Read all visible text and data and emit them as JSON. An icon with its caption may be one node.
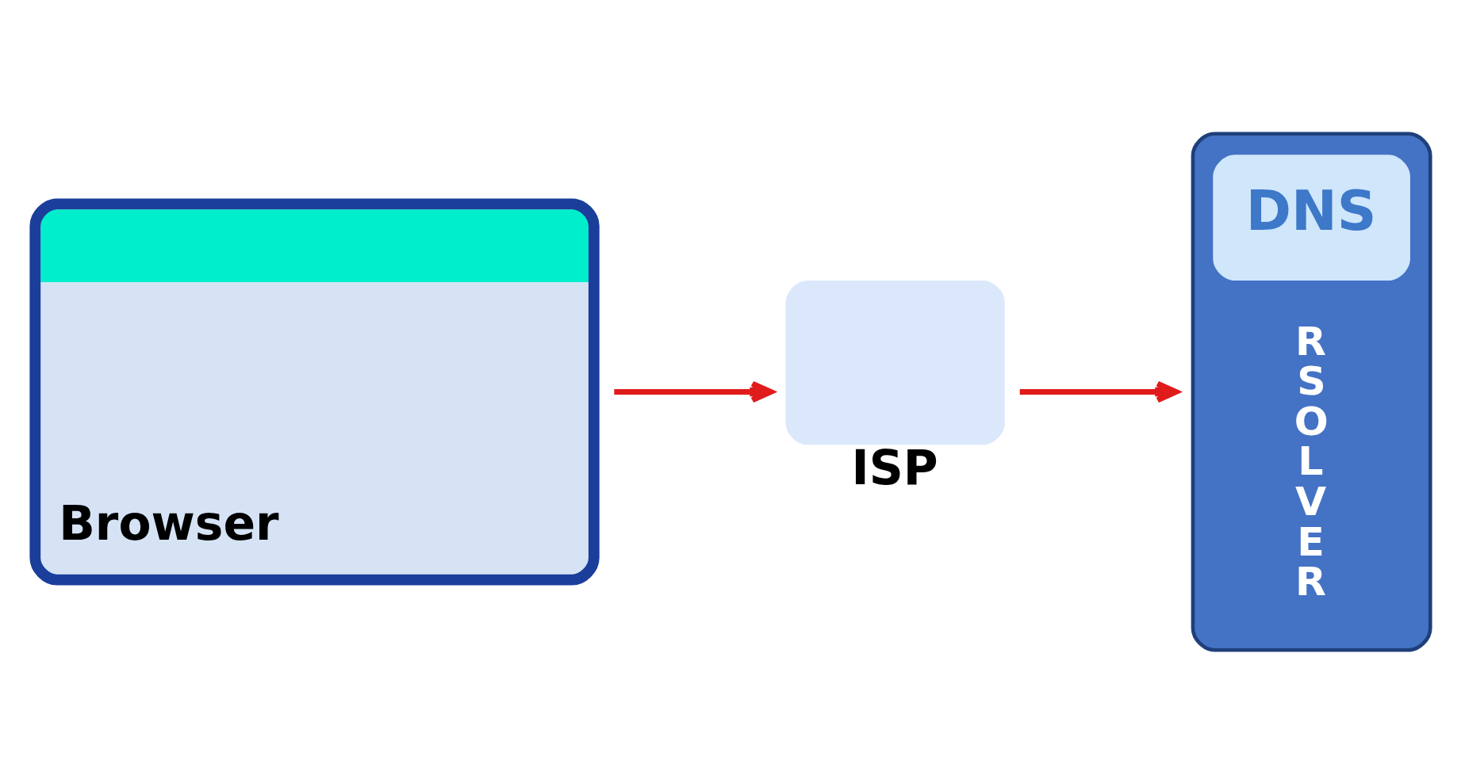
{
  "diagram": {
    "nodes": [
      {
        "text": [
          "Browser"
        ]
      },
      {
        "text": [
          "ISP"
        ]
      },
      {
        "text": [
          "DNS",
          "RSOLVER"
        ]
      }
    ],
    "edges": [
      {
        "from": 0,
        "to": 1,
        "arrow": "to"
      },
      {
        "from": 1,
        "to": 2,
        "arrow": "to"
      }
    ]
  }
}
